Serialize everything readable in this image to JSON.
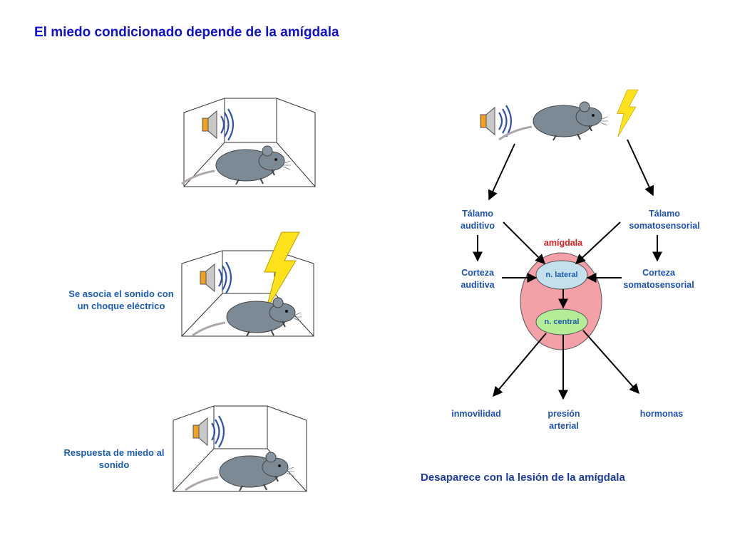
{
  "title": "El miedo condicionado depende de la amígdala",
  "panels": {
    "panel_2_caption": [
      "Se asocia el sonido con",
      "un choque eléctrico"
    ],
    "panel_3_caption": [
      "Respuesta de miedo al",
      "sonido"
    ]
  },
  "diagram": {
    "thalamus_auditory": [
      "Tálamo",
      "auditivo"
    ],
    "thalamus_somato": [
      "Tálamo",
      "somatosensorial"
    ],
    "cortex_auditory": [
      "Corteza",
      "auditiva"
    ],
    "cortex_somato": [
      "Corteza",
      "somatosensorial"
    ],
    "amygdala": "amígdala",
    "lateral_nucleus": "n. lateral",
    "central_nucleus": "n. central",
    "output_immobility": "inmovilidad",
    "output_pressure": [
      "presión",
      "arterial"
    ],
    "output_hormones": "hormonas"
  },
  "footer": "Desaparece con la lesión de la amígdala",
  "colors": {
    "title": "#1010d0",
    "captions": "#1c5cb4",
    "amygdala_fill": "#f4a0a8",
    "lateral_fill": "#c4e0ec",
    "central_fill": "#b4ec98",
    "amygdala_label": "#e02020"
  }
}
